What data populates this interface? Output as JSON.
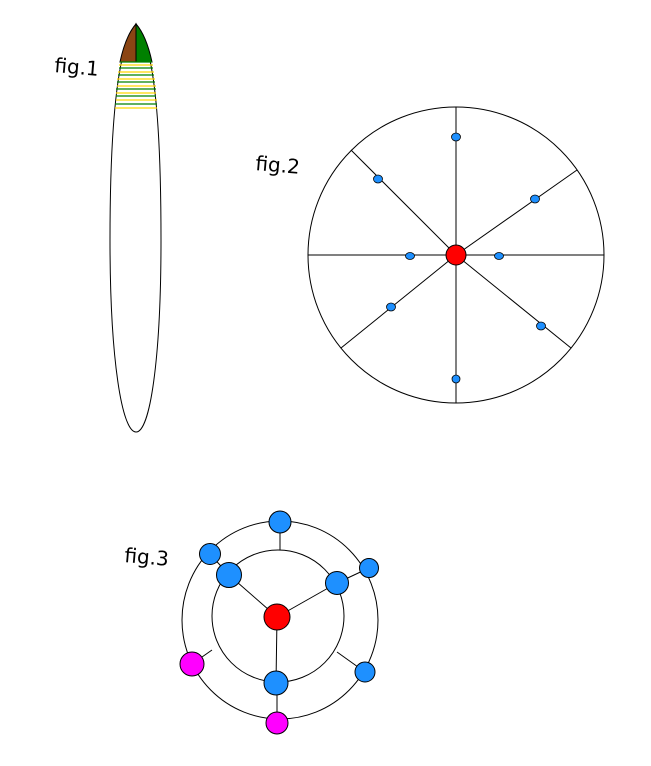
{
  "figures": [
    {
      "label": "fig.1"
    },
    {
      "label": "fig.2"
    },
    {
      "label": "fig.3"
    }
  ],
  "colors": {
    "stroke": "#000000",
    "brown": "#8b4513",
    "green": "#008000",
    "yellow": "#ffd700",
    "center_node": "#ff0000",
    "blue_node": "#1e90ff",
    "magenta_node": "#ff00ff"
  }
}
